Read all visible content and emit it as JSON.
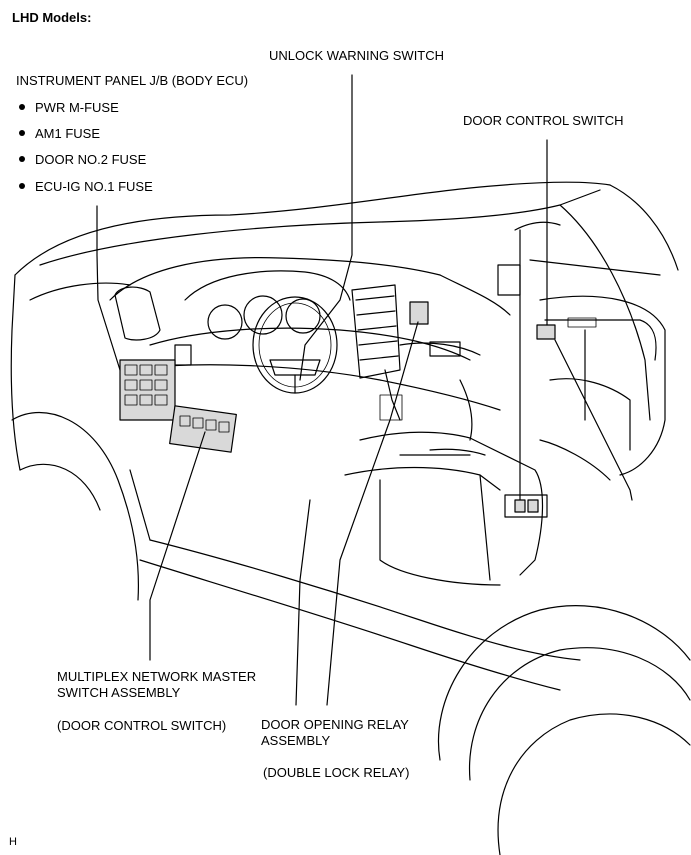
{
  "header": {
    "title": "LHD Models:"
  },
  "labels": {
    "unlock_warning_switch": "UNLOCK WARNING SWITCH",
    "instrument_panel_jb": "INSTRUMENT PANEL J/B (BODY ECU)",
    "door_control_switch": "DOOR CONTROL SWITCH",
    "multiplex_line1": "MULTIPLEX NETWORK MASTER",
    "multiplex_line2": "SWITCH ASSEMBLY",
    "multiplex_sub": "(DOOR CONTROL SWITCH)",
    "door_opening_line1": "DOOR OPENING RELAY",
    "door_opening_line2": "ASSEMBLY",
    "door_opening_sub": "(DOUBLE LOCK RELAY)"
  },
  "fuse_list": [
    "PWR M-FUSE",
    "AM1 FUSE",
    "DOOR NO.2 FUSE",
    "ECU-IG NO.1 FUSE"
  ],
  "footer": {
    "code": "H"
  }
}
